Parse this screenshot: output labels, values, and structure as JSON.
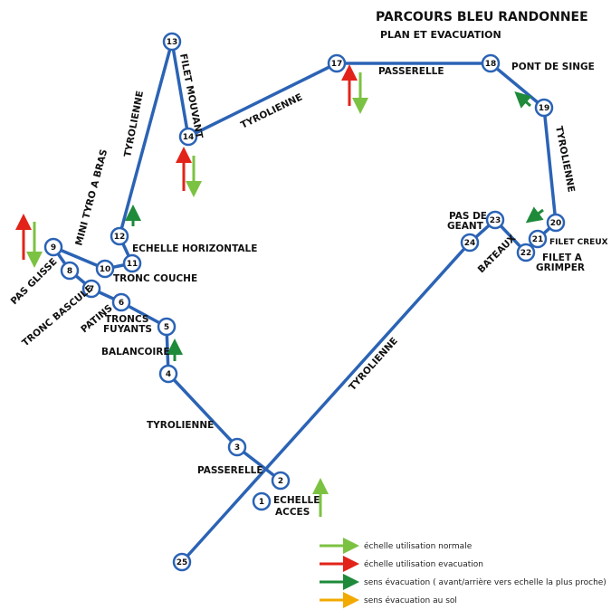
{
  "title": "PARCOURS BLEU RANDONNEE",
  "subtitle": "PLAN ET EVACUATION",
  "colors": {
    "route": "#2b63b5",
    "node_fill": "#ffffff",
    "normal_ladder": "#7cc242",
    "evacuation_ladder": "#e2231a",
    "evacuation_direction": "#1e8a3a",
    "ground_evacuation": "#f2a900"
  },
  "nodes": [
    "1",
    "2",
    "3",
    "4",
    "5",
    "6",
    "7",
    "8",
    "9",
    "10",
    "11",
    "12",
    "13",
    "14",
    "17",
    "18",
    "19",
    "20",
    "21",
    "22",
    "23",
    "24",
    "25"
  ],
  "labels": {
    "echelle_acces": "ECHELLE\nACCES",
    "passerelle_low": "PASSERELLE",
    "tyrolienne_3_4": "TYROLIENNE",
    "balancoire": "BALANCOIRE",
    "troncs_fuyants": "TRONCS\nFUYANTS",
    "patins": "PATINS",
    "tronc_bascule": "TRONC BASCULE",
    "pas_glisse": "PAS GLISSE",
    "mini_tyro": "MINI TYRO A BRAS",
    "tronc_couche": "TRONC COUCHE",
    "echelle_horizontale": "ECHELLE HORIZONTALE",
    "tyrolienne_12_13": "TYROLIENNE",
    "filet_mouvant": "FILET MOUVANT",
    "tyrolienne_14_17": "TYROLIENNE",
    "passerelle_top": "PASSERELLE",
    "pont_de_singe": "PONT DE SINGE",
    "tyrolienne_19_20": "TYROLIENNE",
    "filet_creux": "FILET CREUX",
    "filet_a_grimper": "FILET A\nGRIMPER",
    "bateaux": "BATEAUX",
    "pas_de_geant": "PAS DE\nGEANT",
    "tyrolienne_long": "TYROLIENNE"
  },
  "legend": [
    {
      "text": "échelle utilisation normale",
      "color_key": "normal_ladder"
    },
    {
      "text": "échelle utilisation evacuation",
      "color_key": "evacuation_ladder"
    },
    {
      "text": "sens évacuation ( avant/arrière vers echelle la plus proche)",
      "color_key": "evacuation_direction"
    },
    {
      "text": "sens évacuation au sol",
      "color_key": "ground_evacuation"
    }
  ]
}
